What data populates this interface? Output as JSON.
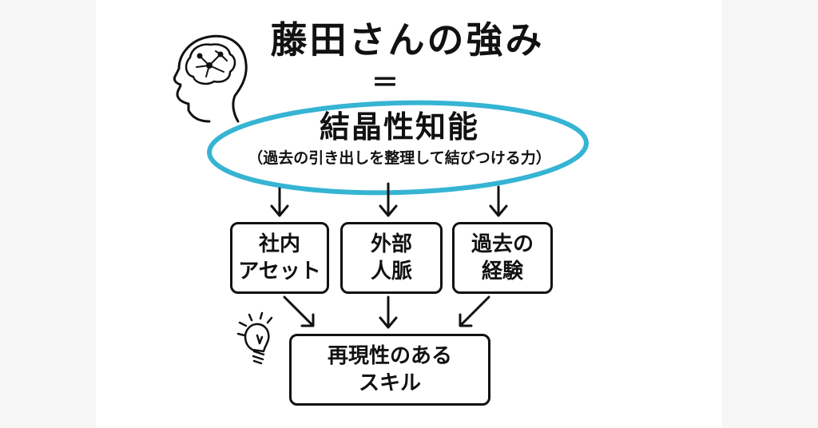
{
  "title": "藤田さんの強み",
  "equals": "＝",
  "main_concept": {
    "label": "結晶性知能",
    "note": "（過去の引き出しを整理して結びつける力）"
  },
  "components": [
    {
      "line1": "社内",
      "line2": "アセット"
    },
    {
      "line1": "外部",
      "line2": "人脈"
    },
    {
      "line1": "過去の",
      "line2": "経験"
    }
  ],
  "result": {
    "line1": "再現性のある",
    "line2": "スキル"
  },
  "icons": [
    "brain-head-icon",
    "lightbulb-icon"
  ],
  "colors": {
    "ellipse": "#36b4d3",
    "ink": "#111111"
  }
}
